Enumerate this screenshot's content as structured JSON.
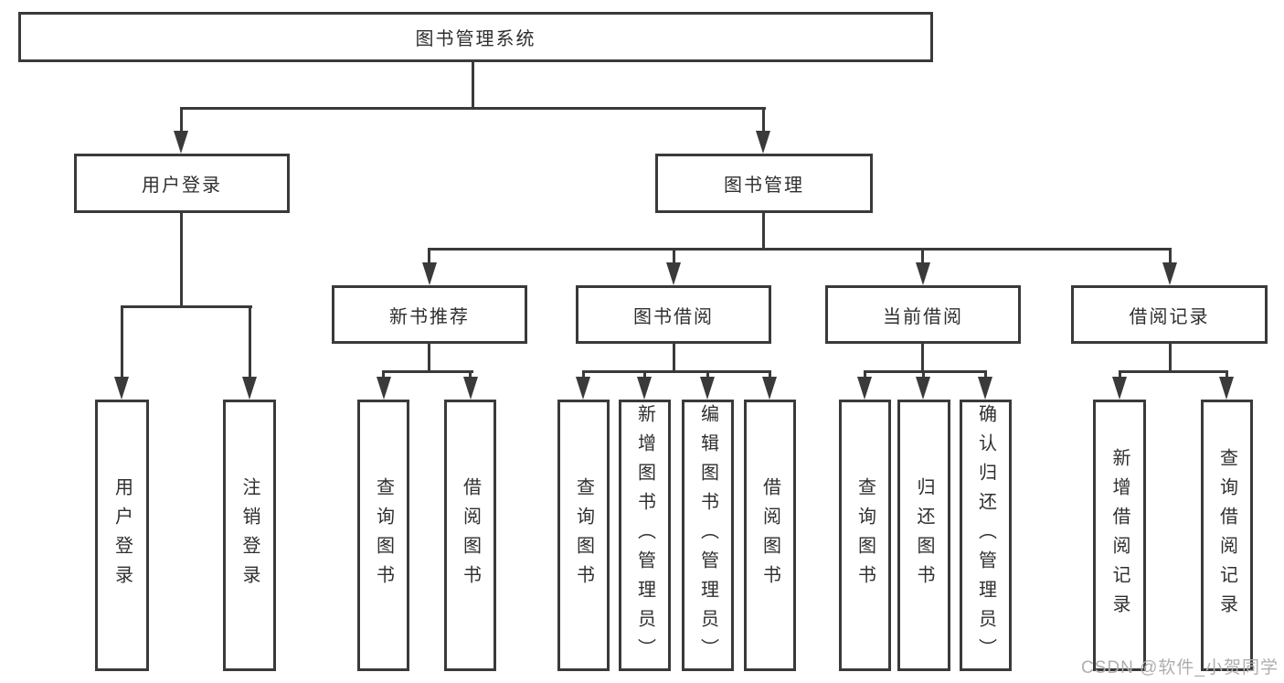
{
  "diagram_type": "hierarchy-tree",
  "root": {
    "label": "图书管理系统"
  },
  "level2": [
    {
      "id": "user-login",
      "label": "用户登录",
      "parent": "图书管理系统"
    },
    {
      "id": "book-management",
      "label": "图书管理",
      "parent": "图书管理系统"
    }
  ],
  "level3": [
    {
      "id": "new-book-recommend",
      "label": "新书推荐",
      "parent": "图书管理"
    },
    {
      "id": "book-borrow",
      "label": "图书借阅",
      "parent": "图书管理"
    },
    {
      "id": "current-borrow",
      "label": "当前借阅",
      "parent": "图书管理"
    },
    {
      "id": "borrow-records",
      "label": "借阅记录",
      "parent": "图书管理"
    }
  ],
  "leaves": [
    {
      "label": "用户登录",
      "parent": "用户登录"
    },
    {
      "label": "注销登录",
      "parent": "用户登录"
    },
    {
      "label": "查询图书",
      "parent": "新书推荐"
    },
    {
      "label": "借阅图书",
      "parent": "新书推荐"
    },
    {
      "label": "查询图书",
      "parent": "图书借阅"
    },
    {
      "label": "新增图书（管理员）",
      "parent": "图书借阅"
    },
    {
      "label": "编辑图书（管理员）",
      "parent": "图书借阅"
    },
    {
      "label": "借阅图书",
      "parent": "图书借阅"
    },
    {
      "label": "查询图书",
      "parent": "当前借阅"
    },
    {
      "label": "归还图书",
      "parent": "当前借阅"
    },
    {
      "label": "确认归还（管理员）",
      "parent": "当前借阅"
    },
    {
      "label": "新增借阅记录",
      "parent": "借阅记录"
    },
    {
      "label": "查询借阅记录",
      "parent": "借阅记录"
    }
  ],
  "watermark": "CSDN @软件_小贺同学",
  "colors": {
    "line": "#3a3a3a",
    "background": "#ffffff",
    "watermark": "#aeaeae"
  }
}
